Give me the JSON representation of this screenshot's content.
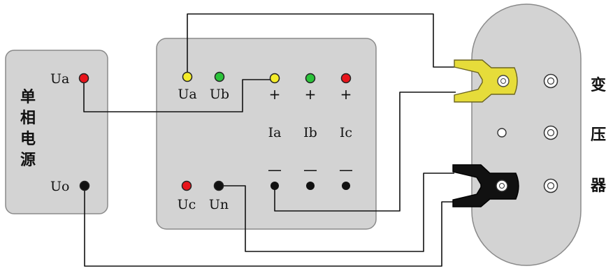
{
  "source_box": {
    "vertical_label": [
      "单",
      "相",
      "电",
      "源"
    ],
    "terminals": [
      {
        "label": "Ua",
        "color": "#e8141b"
      },
      {
        "label": "Uo",
        "color": "#111111"
      }
    ]
  },
  "tester": {
    "voltage_terminals": [
      {
        "label": "Ua",
        "color": "#f4ec2a"
      },
      {
        "label": "Ub",
        "color": "#2bc33a"
      },
      {
        "label": "Uc",
        "color": "#e8141b"
      },
      {
        "label": "Un",
        "color": "#111111"
      }
    ],
    "current_channels": [
      {
        "label": "Ia",
        "plus": "+",
        "minus": "—",
        "color": "#f4ec2a"
      },
      {
        "label": "Ib",
        "plus": "+",
        "minus": "—",
        "color": "#2bc33a"
      },
      {
        "label": "Ic",
        "plus": "+",
        "minus": "—",
        "color": "#e8141b"
      }
    ]
  },
  "transformer": {
    "vertical_label": [
      "变",
      "压",
      "器"
    ],
    "clamp_colors": {
      "upper": "#e6dc3a",
      "lower": "#111111"
    }
  }
}
